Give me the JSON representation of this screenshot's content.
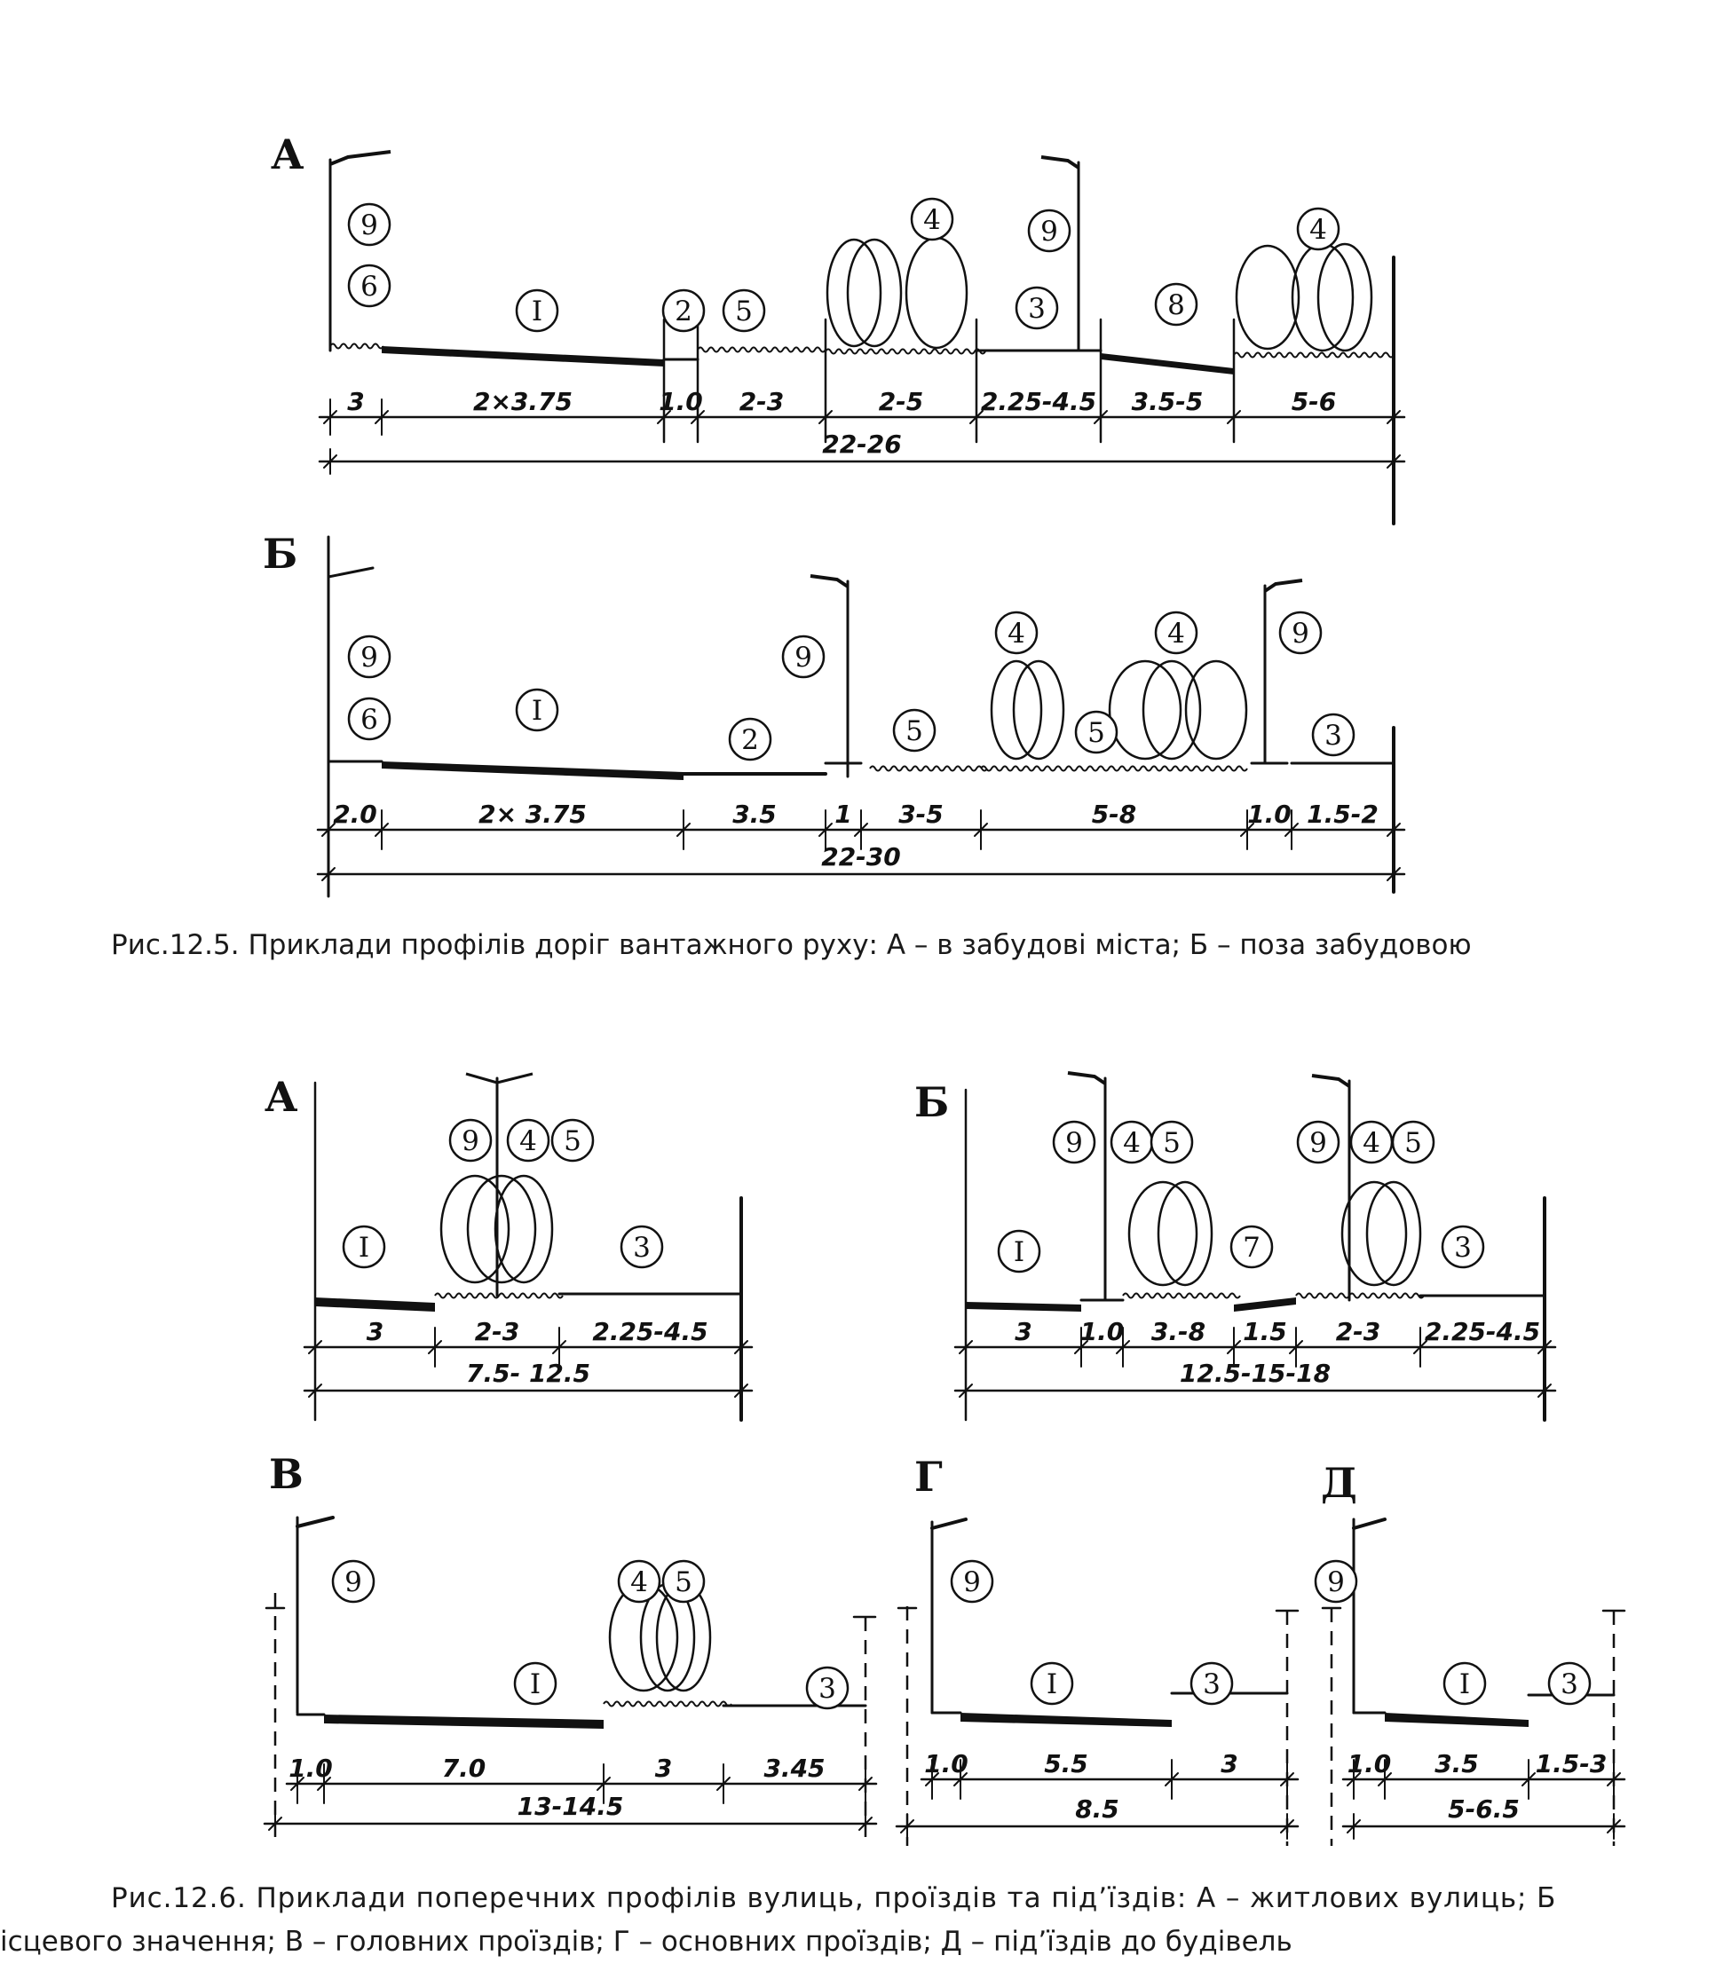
{
  "figure_12_5": {
    "caption": "Рис.12.5. Приклади профілів доріг вантажного руху: А – в забудові міста; Б – поза забудовою",
    "panel_a": {
      "letter": "А",
      "markers": [
        "9",
        "6",
        "I",
        "2",
        "5",
        "4",
        "9",
        "3",
        "8",
        "4"
      ],
      "dims": [
        "3",
        "2×3.75",
        "1.0",
        "2-3",
        "2-5",
        "2.25-4.5",
        "3.5-5",
        "5-6"
      ],
      "total": "22-26"
    },
    "panel_b": {
      "letter": "Б",
      "markers": [
        "9",
        "6",
        "I",
        "2",
        "9",
        "5",
        "4",
        "5",
        "4",
        "9",
        "3"
      ],
      "dims": [
        "2.0",
        "2× 3.75",
        "3.5",
        "1",
        "3-5",
        "5-8",
        "1.0",
        "1.5-2"
      ],
      "total": "22-30"
    }
  },
  "figure_12_6": {
    "caption_line1": "Рис.12.6. Приклади поперечних профілів вулиць, проїздів та під’їздів: А – житлових вулиць; Б",
    "caption_line2": "ісцевого значення; В – головних проїздів; Г – основних проїздів; Д – під’їздів до будівель",
    "panel_a": {
      "letter": "А",
      "markers": [
        "9",
        "4",
        "5",
        "I",
        "3"
      ],
      "dims": [
        "3",
        "2-3",
        "2.25-4.5"
      ],
      "total": "7.5- 12.5"
    },
    "panel_b": {
      "letter": "Б",
      "markers": [
        "9",
        "4",
        "5",
        "9",
        "4",
        "5",
        "I",
        "7",
        "3"
      ],
      "dims": [
        "3",
        "1.0",
        "3.-8",
        "1.5",
        "2-3",
        "2.25-4.5"
      ],
      "total": "12.5-15-18"
    },
    "panel_v": {
      "letter": "В",
      "markers": [
        "9",
        "4",
        "5",
        "I",
        "3"
      ],
      "dims": [
        "1.0",
        "7.0",
        "3",
        "3.45"
      ],
      "total": "13-14.5"
    },
    "panel_g": {
      "letter": "Г",
      "markers": [
        "9",
        "I",
        "3"
      ],
      "dims": [
        "1.0",
        "5.5",
        "3"
      ],
      "total": "8.5"
    },
    "panel_d": {
      "letter": "Д",
      "markers": [
        "9",
        "I",
        "3"
      ],
      "dims": [
        "1.0",
        "3.5",
        "1.5-3"
      ],
      "total": "5-6.5"
    }
  }
}
